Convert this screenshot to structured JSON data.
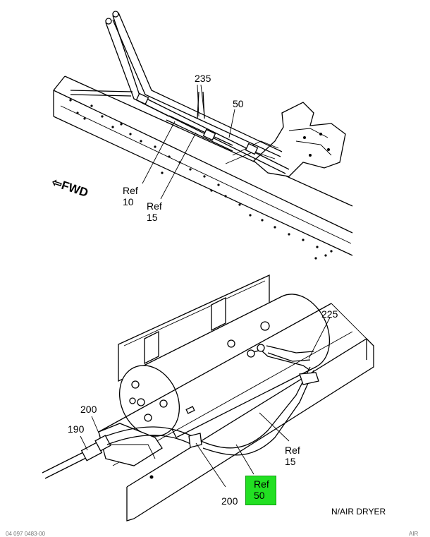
{
  "callouts": {
    "c235": "235",
    "c50_top": "50",
    "ref10": "Ref\n10",
    "ref15_top": "Ref\n15",
    "c225": "225",
    "c200_left": "200",
    "c190": "190",
    "ref15_bottom": "Ref\n15",
    "c200_bottom": "200",
    "ref50_highlight": "Ref\n50"
  },
  "fwd_label": "FWD",
  "caption": "N/AIR DRYER",
  "footer": {
    "left": "04 097 0483-00",
    "right": "AIR"
  },
  "colors": {
    "highlight": "#22e022",
    "line": "#000000"
  }
}
